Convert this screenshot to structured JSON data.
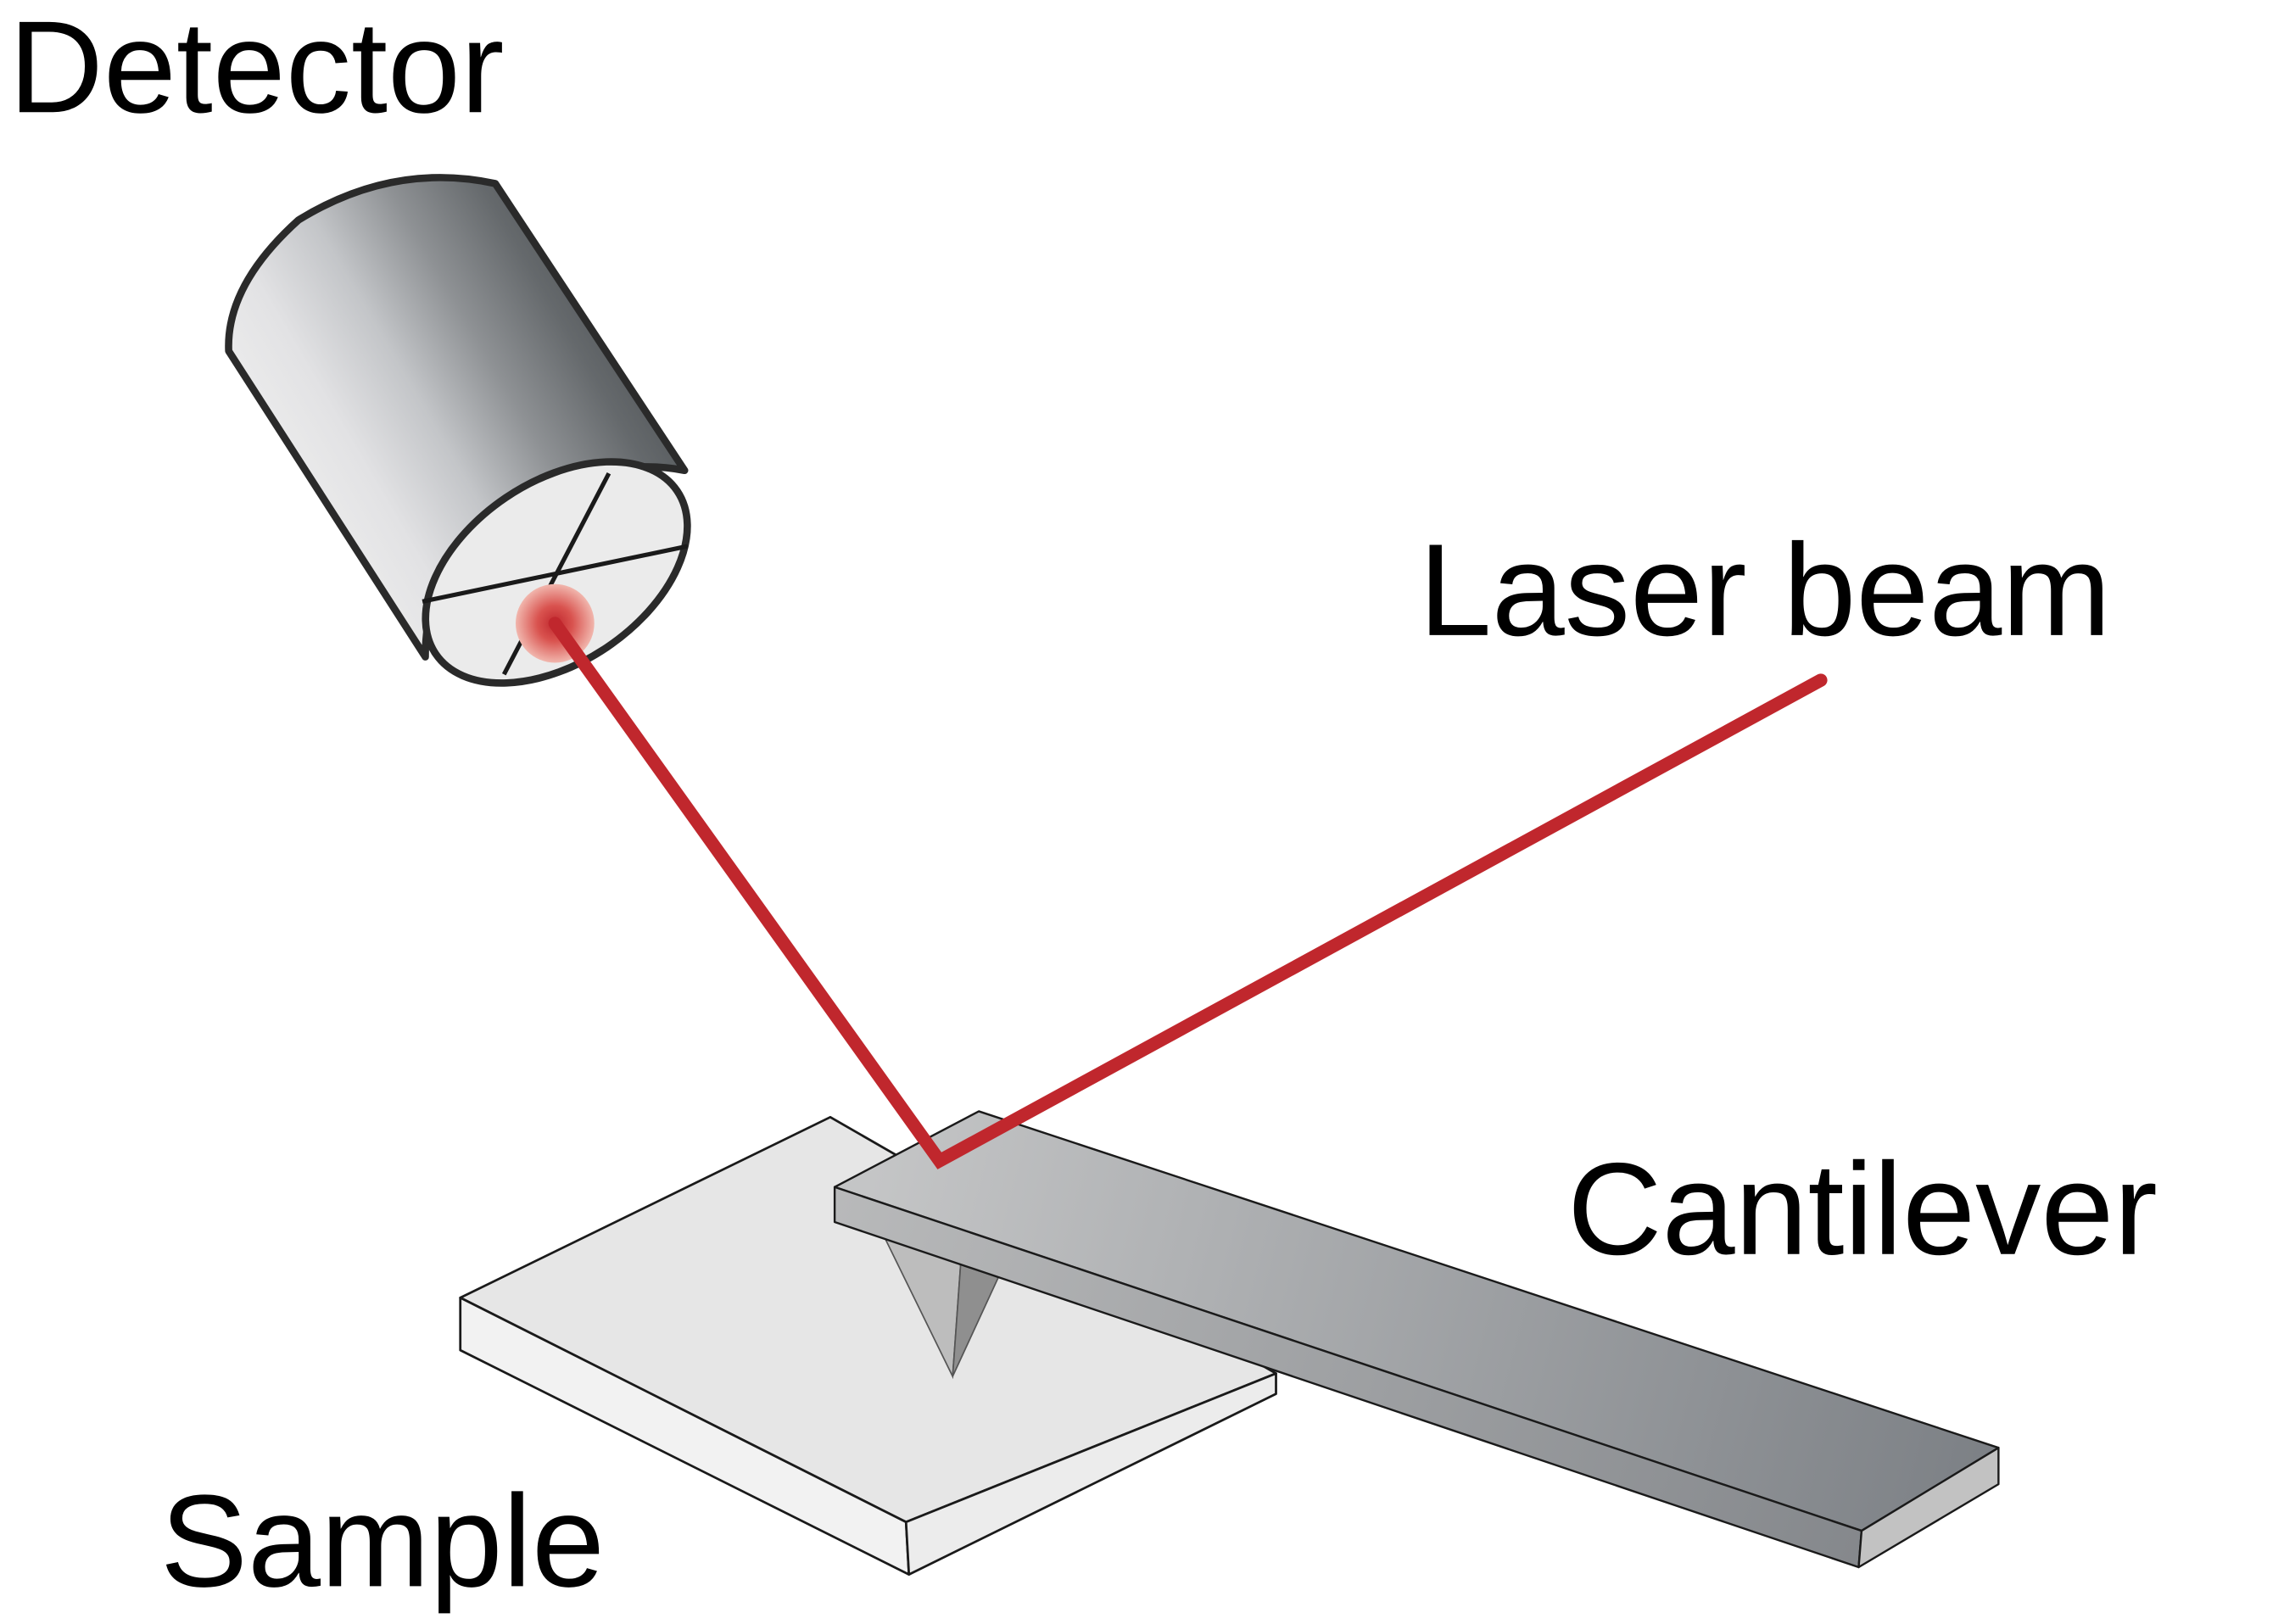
{
  "labels": {
    "detector": "Detector",
    "laser_beam": "Laser beam",
    "cantilever": "Cantilever",
    "sample": "Sample"
  },
  "colors": {
    "laser": "#c0272d",
    "outline": "#1a1a1a",
    "sample_top": "#e6e6e6",
    "sample_side": "#f2f2f2"
  }
}
